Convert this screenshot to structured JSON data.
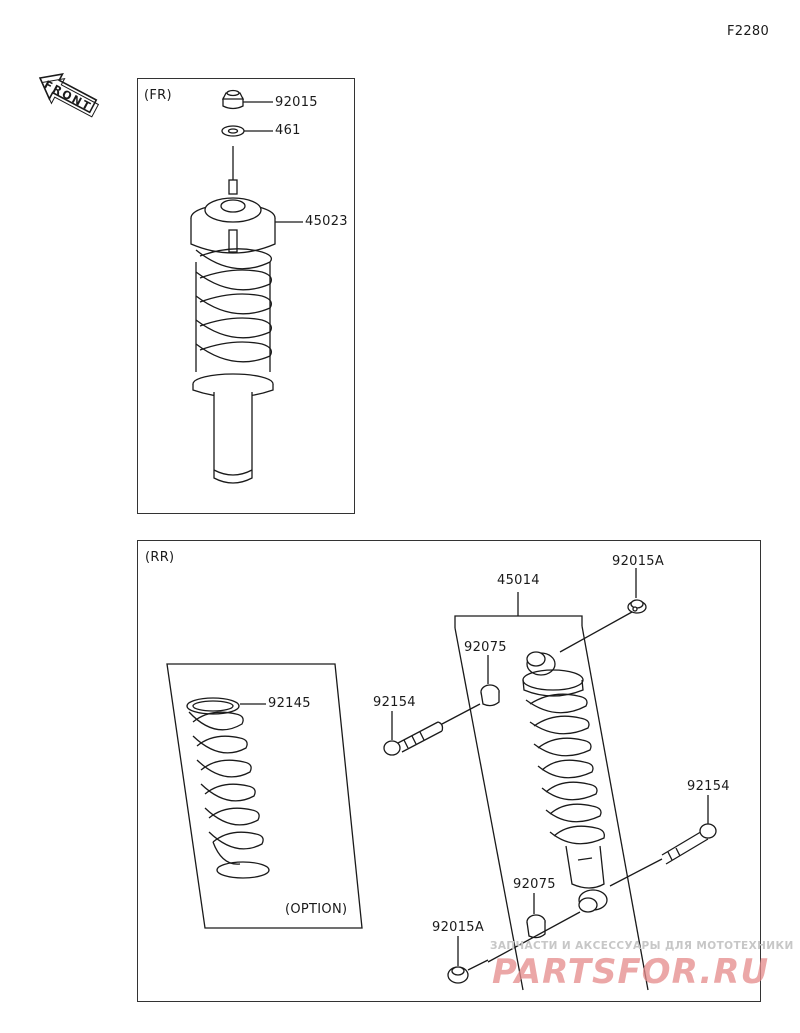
{
  "diagram_id": "F2280",
  "front_arrow": "FRONT",
  "front_section": {
    "title": "(FR)",
    "parts": [
      "92015",
      "461",
      "45023"
    ]
  },
  "rear_section": {
    "title": "(RR)",
    "parts": [
      "92015A",
      "45014",
      "92075",
      "92154",
      "92145",
      "92154",
      "92075",
      "92015A"
    ],
    "option_label": "(OPTION)"
  },
  "watermark": {
    "line1": "ЗАПЧАСТИ И АКСЕССУАРЫ ДЛЯ МОТОТЕХНИКИ",
    "line2": "PARTSFOR.RU"
  },
  "colors": {
    "line": "#1a1a1a",
    "watermark_red": "#e58a8a"
  }
}
